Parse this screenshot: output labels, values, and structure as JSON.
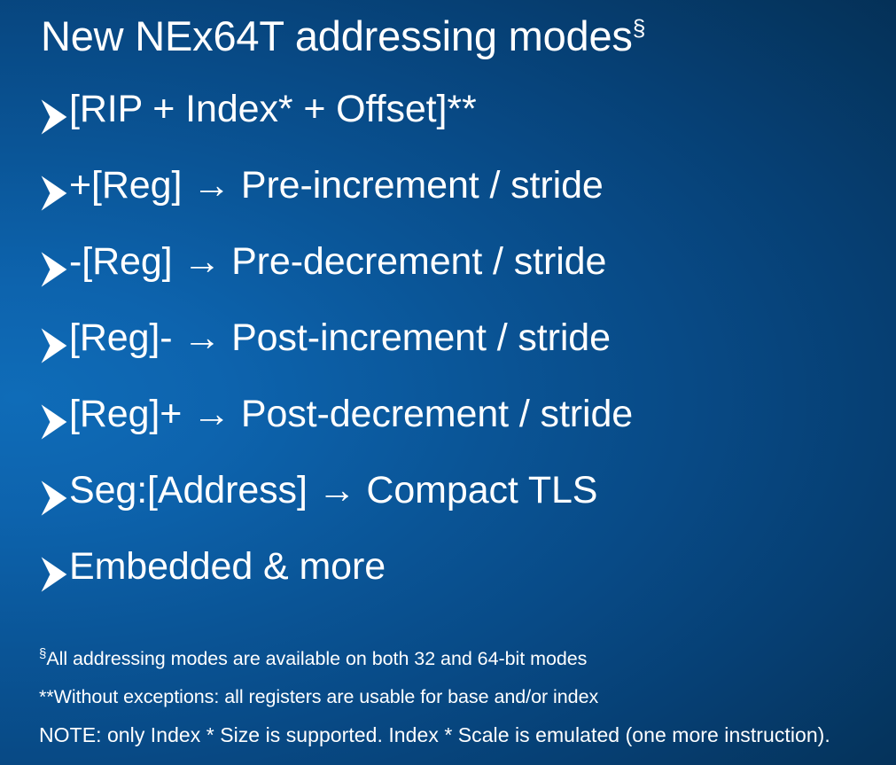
{
  "slide": {
    "title": {
      "text": "New NEx64T addressing modes",
      "footnote_marker": "§"
    },
    "bullet_marker": "arrowhead-bullet",
    "arrow_glyph": "→",
    "bullets": [
      {
        "text": "[RIP + Index* + Offset]**"
      },
      {
        "text": "+[Reg] → Pre-increment / stride"
      },
      {
        "text": "-[Reg] → Pre-decrement / stride"
      },
      {
        "text": "[Reg]- → Post-increment / stride"
      },
      {
        "text": "[Reg]+ → Post-decrement / stride"
      },
      {
        "text": "Seg:[Address] → Compact TLS"
      },
      {
        "text": "Embedded & more"
      }
    ],
    "footnotes": [
      {
        "marker": "§",
        "text": "All addressing modes are available on both 32 and 64-bit modes"
      },
      {
        "marker": "",
        "text": "**Without exceptions: all registers are usable for base and/or index"
      },
      {
        "marker": "",
        "text": "NOTE: only Index * Size is supported. Index * Scale is emulated (one more instruction)."
      }
    ],
    "colors": {
      "background_light": "#0f6cb8",
      "background_mid": "#0a5597",
      "background_dark": "#042d52",
      "text": "#ffffff"
    }
  }
}
